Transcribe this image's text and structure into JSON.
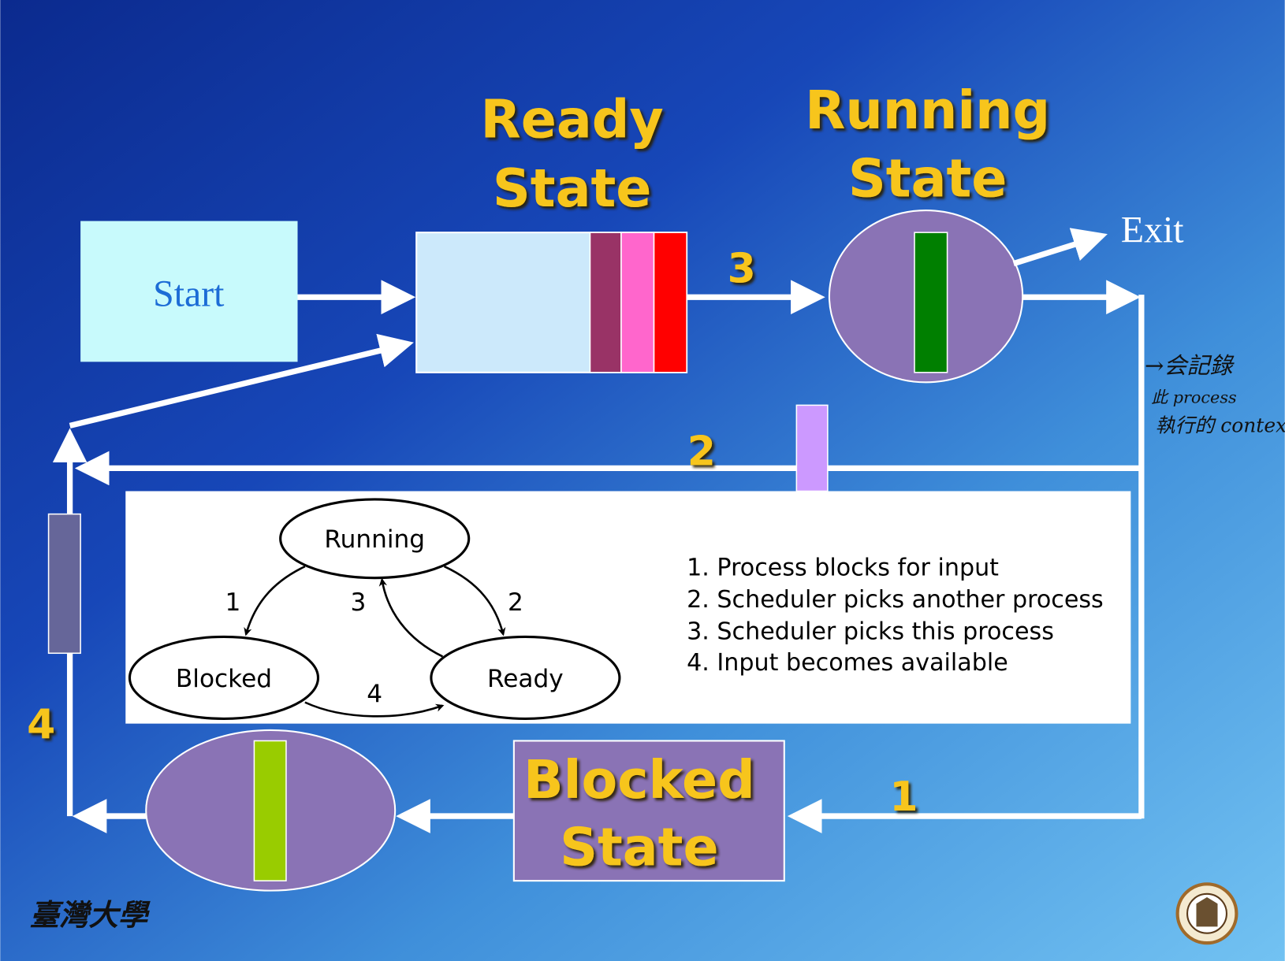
{
  "titles": {
    "ready": [
      "Ready",
      "State"
    ],
    "running": [
      "Running",
      "State"
    ],
    "blocked": [
      "Blocked",
      "State"
    ]
  },
  "start_label": "Start",
  "exit_label": "Exit",
  "transition_numbers": {
    "one": "1",
    "two": "2",
    "three": "3",
    "four": "4"
  },
  "queue_colors": [
    "#993366",
    "#ff66cc",
    "#ff0000"
  ],
  "running_process_color": "#007f00",
  "blocked_process_color": "#99cc00",
  "moving_process_colors": {
    "preempted": "#cc99ff",
    "unblocked": "#666699"
  },
  "state_diagram": {
    "nodes": {
      "running": "Running",
      "blocked": "Blocked",
      "ready": "Ready"
    },
    "edges": {
      "e1": "1",
      "e2": "2",
      "e3": "3",
      "e4": "4"
    },
    "legend": [
      "1. Process blocks for input",
      "2. Scheduler picks another process",
      "3. Scheduler picks this process",
      "4. Input becomes available"
    ]
  },
  "handwritten_note": [
    "→会記錄",
    "此 process",
    "執行的 context"
  ],
  "logos": {
    "calligraphy": "臺灣大學",
    "seal": "university-seal"
  }
}
